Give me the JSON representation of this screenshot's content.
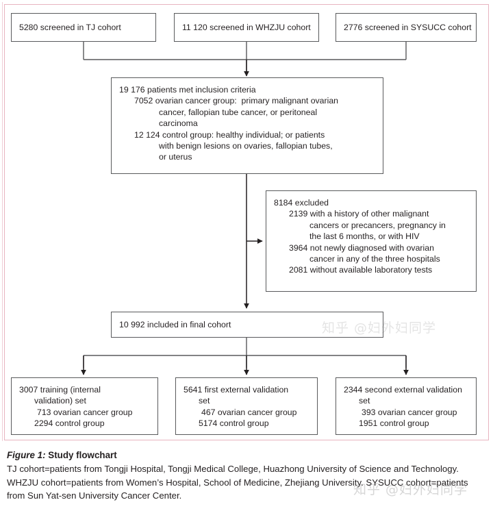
{
  "figure": {
    "frame_color": "#e8b4c0",
    "box_border_color": "#58595b",
    "text_color": "#231f20"
  },
  "nodes": {
    "tj": {
      "text": "5280 screened in TJ cohort"
    },
    "whzju": {
      "text": "11 120 screened in WHZJU cohort"
    },
    "sysucc": {
      "text": "2776 screened in SYSUCC cohort"
    },
    "inclusion": {
      "line1": "19 176 patients met inclusion criteria",
      "line2": "7052 ovarian cancer group:  primary malignant ovarian",
      "line3": "cancer, fallopian tube cancer, or peritoneal",
      "line4": "carcinoma",
      "line5": "12 124 control group: healthy individual; or patients",
      "line6": "with benign lesions on ovaries, fallopian tubes,",
      "line7": "or uterus"
    },
    "excluded": {
      "line1": "8184 excluded",
      "line2": "2139 with a history of other malignant",
      "line3": "cancers or precancers, pregnancy in",
      "line4": "the last 6 months, or with HIV",
      "line5": "3964 not newly diagnosed with ovarian",
      "line6": "cancer in any of the three hospitals",
      "line7": "2081 without available laboratory tests"
    },
    "final": {
      "text": "10 992 included in final cohort"
    },
    "training": {
      "line1": "3007 training (internal",
      "line2": "validation) set",
      "line3": "713 ovarian cancer group",
      "line4": "2294 control group"
    },
    "first_external": {
      "line1": "5641 first external validation",
      "line2": "set",
      "line3": "467 ovarian cancer group",
      "line4": "5174 control group"
    },
    "second_external": {
      "line1": "2344 second external validation",
      "line2": "set",
      "line3": "393 ovarian cancer group",
      "line4": "1951 control group"
    }
  },
  "caption": {
    "title_italic": "Figure 1:",
    "title_rest": " Study flowchart",
    "line1": "TJ cohort=patients from Tongji Hospital, Tongji Medical College, Huazhong University of Science and Technology.",
    "line2": "WHZJU cohort=patients from Women’s Hospital, School of Medicine, Zhejiang University. SYSUCC cohort=patients",
    "line3": "from Sun Yat-sen University Cancer Center."
  },
  "watermark": {
    "caption_text": "知乎 @妇外妇同学",
    "body_text": "知乎 @妇外妇同学"
  }
}
